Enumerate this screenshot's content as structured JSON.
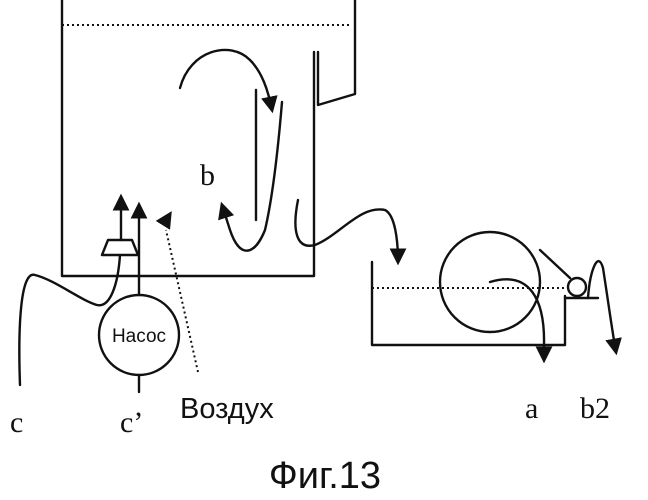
{
  "figure": {
    "caption": "Фиг.13",
    "pump_label": "Насос",
    "air_label": "Воздух",
    "labels": {
      "c": "c",
      "c_prime": "c’",
      "a": "a",
      "b": "b",
      "b2": "b2"
    }
  }
}
